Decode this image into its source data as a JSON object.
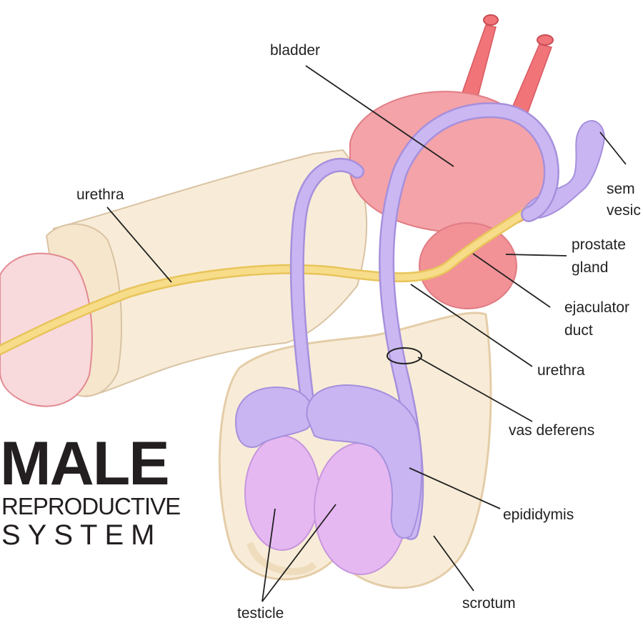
{
  "title": {
    "main": "MALE",
    "line2": "REPRODUCTIVE",
    "line3": "SYSTEM"
  },
  "labels": {
    "bladder": "bladder",
    "urethra_left": "urethra",
    "seminal_line1": "sem",
    "seminal_line2": "vesic",
    "prostate_line1": "prostate",
    "prostate_line2": "gland",
    "ejaculatory_line1": "ejaculator",
    "ejaculatory_line2": "duct",
    "urethra_right": "urethra",
    "vas_deferens": "vas deferens",
    "epididymis": "epididymis",
    "testicle": "testicle",
    "scrotum": "scrotum"
  },
  "colors": {
    "skin": "#f8ecd8",
    "skin_outline": "#d9c3a3",
    "glans": "#f8d9dc",
    "bladder": "#f4a3a8",
    "prostate": "#f29196",
    "artery": "#f07478",
    "vas": "#c8b5f2",
    "testicle": "#e6b8f2",
    "urethra": "#f5d77a"
  }
}
